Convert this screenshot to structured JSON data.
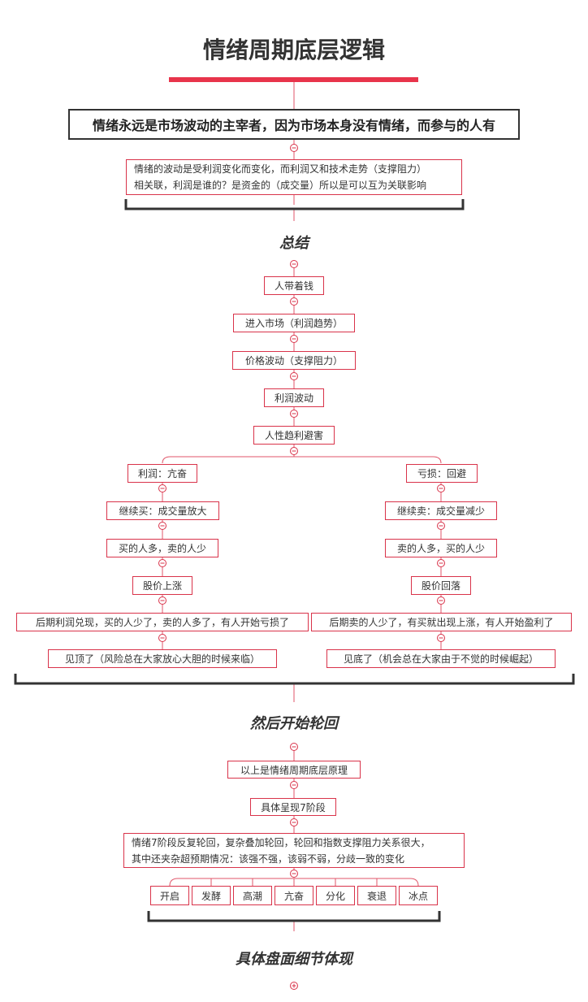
{
  "title": "情绪周期底层逻辑",
  "root": "情绪永远是市场波动的主宰者，因为市场本身没有情绪，而参与的人有",
  "intro": {
    "line1": "情绪的波动是受利润变化而变化，而利润又和技术走势（支撑阻力）",
    "line2": "相关联，利润是谁的？是资金的（成交量）所以是可以互为关联影响"
  },
  "sections": {
    "summary": "总结",
    "cycle": "然后开始轮回",
    "detail": "具体盘面细节体现"
  },
  "chain": [
    "人带着钱",
    "进入市场（利润趋势）",
    "价格波动（支撑阻力）",
    "利润波动",
    "人性趋利避害"
  ],
  "left_branch": [
    "利润：亢奋",
    "继续买：成交量放大",
    "买的人多，卖的人少",
    "股价上涨",
    "后期利润兑现，买的人少了，卖的人多了，有人开始亏损了",
    "见顶了（风险总在大家放心大胆的时候来临）"
  ],
  "right_branch": [
    "亏损：回避",
    "继续卖：成交量减少",
    "卖的人多，买的人少",
    "股价回落",
    "后期卖的人少了，有买就出现上涨，有人开始盈利了",
    "见底了（机会总在大家由于不觉的时候崛起）"
  ],
  "cycle_nodes": {
    "principle": "以上是情绪周期底层原理",
    "seven": "具体呈现7阶段",
    "desc_line1": "情绪7阶段反复轮回，复杂叠加轮回，轮回和指数支撑阻力关系很大，",
    "desc_line2": "其中还夹杂超预期情况：该强不强，该弱不弱，分歧一致的变化"
  },
  "stages": [
    "开启",
    "发酵",
    "高潮",
    "亢奋",
    "分化",
    "衰退",
    "冰点"
  ],
  "colors": {
    "accent": "#e8344b",
    "node_border": "#d9334a",
    "bracket": "#333333",
    "text": "#333333"
  }
}
